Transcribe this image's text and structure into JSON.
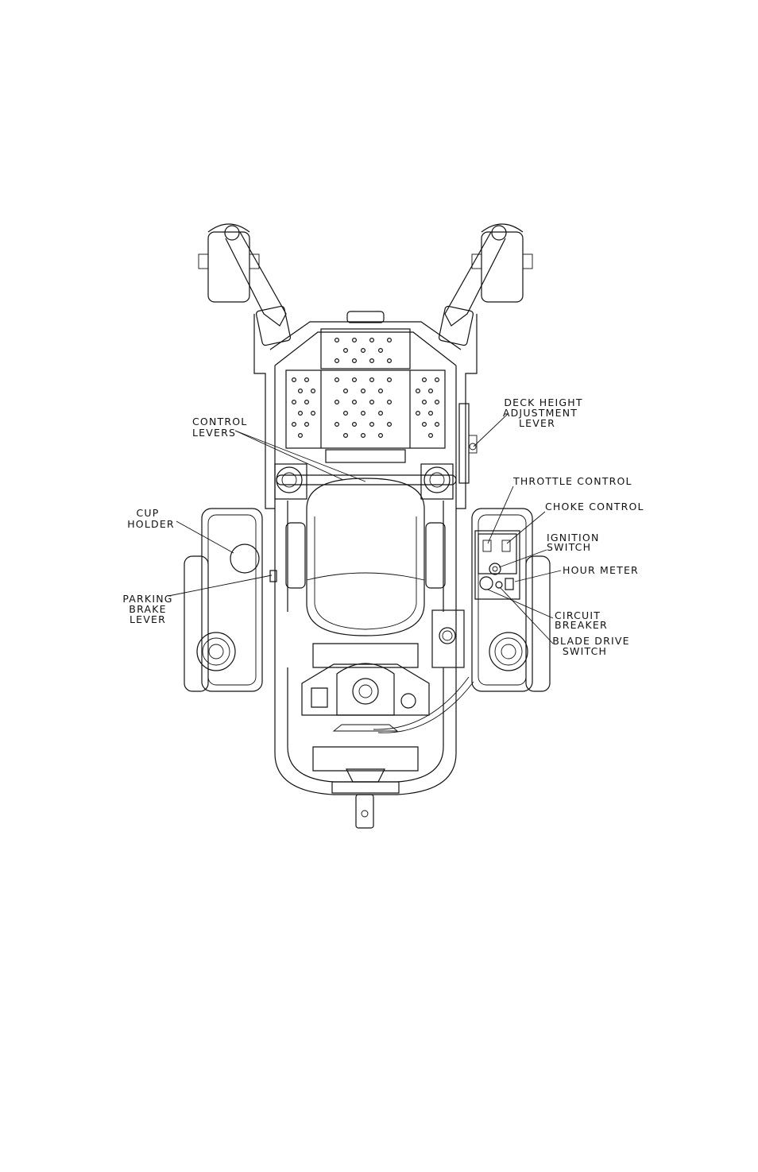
{
  "labels": {
    "control_levers": [
      "CONTROL",
      "LEVERS"
    ],
    "cup_holder": [
      "CUP",
      "HOLDER"
    ],
    "parking_brake_lever": [
      "PARKING",
      "BRAKE",
      "LEVER"
    ],
    "deck_height_adjustment_lever": [
      "DECK HEIGHT",
      "ADJUSTMENT",
      "LEVER"
    ],
    "throttle_control": [
      "THROTTLE CONTROL"
    ],
    "choke_control": [
      "CHOKE CONTROL"
    ],
    "ignition_switch": [
      "IGNITION",
      "SWITCH"
    ],
    "hour_meter": [
      "HOUR METER"
    ],
    "circuit_breaker": [
      "CIRCUIT",
      "BREAKER"
    ],
    "blade_drive_switch": [
      "BLADE DRIVE",
      "SWITCH"
    ]
  }
}
